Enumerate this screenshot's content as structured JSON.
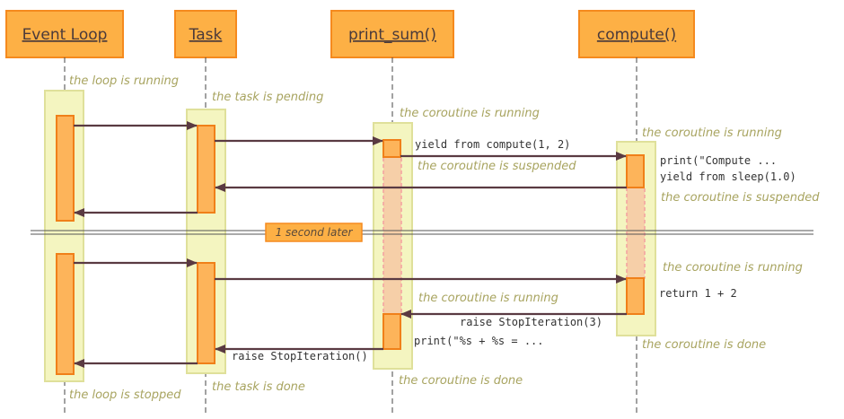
{
  "participants": {
    "event_loop": "Event Loop",
    "task": "Task",
    "print_sum": "print_sum()",
    "compute": "compute()"
  },
  "states": {
    "loop_running": "the loop is running",
    "task_pending": "the task is pending",
    "print_sum_running": "the coroutine is running",
    "compute_running": "the coroutine is running",
    "print_sum_suspended": "the coroutine is suspended",
    "compute_suspended": "the coroutine is suspended",
    "compute_running_again": "the coroutine is running",
    "print_sum_running_again": "the coroutine is running",
    "compute_done": "the coroutine is done",
    "loop_stopped": "the loop is stopped",
    "task_done": "the task is done",
    "print_sum_done": "the coroutine is done"
  },
  "messages": {
    "yield_from_compute": "yield from compute(1, 2)",
    "print_compute": "print(\"Compute ...",
    "yield_from_sleep": "yield from sleep(1.0)",
    "return_sum": "return 1 + 2",
    "raise_stop_1": "raise StopIteration(3)",
    "print_result": "print(\"%s + %s = ...",
    "raise_stop_2": "raise StopIteration()"
  },
  "separator": {
    "label": "1 second later"
  }
}
